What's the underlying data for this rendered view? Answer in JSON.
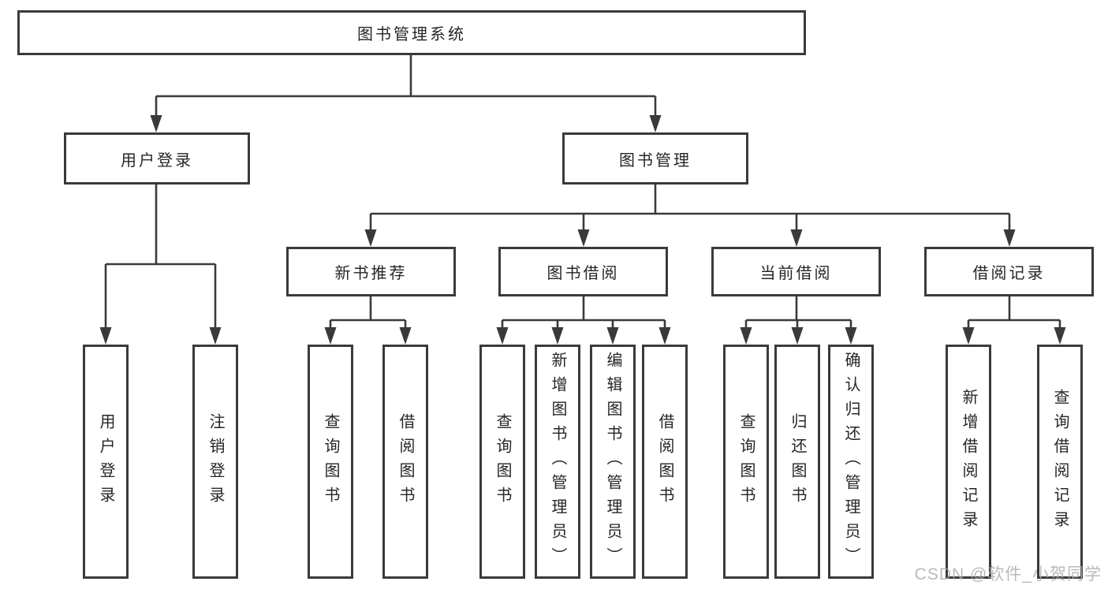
{
  "nodes": {
    "root": "图书管理系统",
    "user_login": "用户登录",
    "book_mgmt": "图书管理",
    "new_book_rec": "新书推荐",
    "book_borrow": "图书借阅",
    "current_borrow": "当前借阅",
    "borrow_records": "借阅记录",
    "ul_user_login": "用户登录",
    "ul_logout": "注销登录",
    "nbr_query_book": "查询图书",
    "nbr_borrow_book": "借阅图书",
    "bb_query_book": "查询图书",
    "bb_add_book": "新增图书（管理员）",
    "bb_edit_book": "编辑图书（管理员）",
    "bb_borrow_book": "借阅图书",
    "cb_query_book": "查询图书",
    "cb_return_book": "归还图书",
    "cb_confirm_return": "确认归还（管理员）",
    "br_add_record": "新增借阅记录",
    "br_query_record": "查询借阅记录"
  },
  "watermark": {
    "text": "CSDN @软件_小贺同学"
  },
  "colors": {
    "line": "#3A3A3A",
    "text": "#262626",
    "bg": "#FFFFFF",
    "watermark": "#A8A8A8"
  }
}
